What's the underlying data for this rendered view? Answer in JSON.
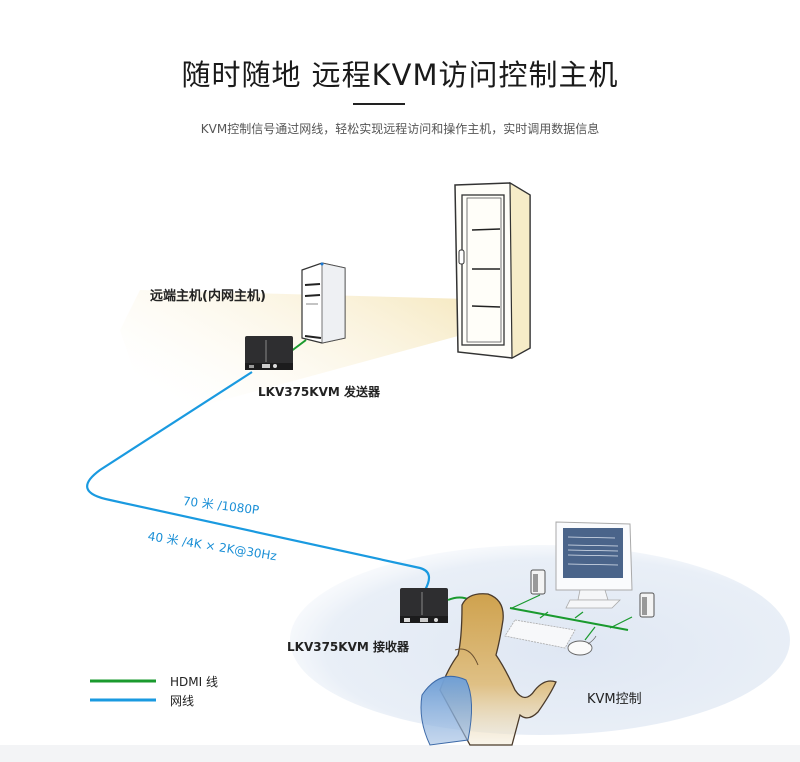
{
  "header": {
    "title": "随时随地 远程KVM访问控制主机",
    "subtitle": "KVM控制信号通过网线，轻松实现远程访问和操作主机，实时调用数据信息"
  },
  "diagram": {
    "remote_host_label": "远端主机(内网主机)",
    "transmitter_label": "LKV375KVM 发送器",
    "receiver_label": "LKV375KVM 接收器",
    "spec_1080p": "70 米 /1080P",
    "spec_4k": "40 米 /4K × 2K@30Hz",
    "kvm_control_label": "KVM控制",
    "nodes": [
      "server-rack",
      "remote-host-pc",
      "transmitter",
      "receiver",
      "monitor",
      "speakers",
      "keyboard",
      "mouse",
      "user"
    ]
  },
  "legend": {
    "items": [
      {
        "label": "HDMI 线",
        "color": "#1a9a2e"
      },
      {
        "label": "网线",
        "color": "#1a9ae0"
      }
    ]
  },
  "colors": {
    "hdmi": "#1a9a2e",
    "network": "#1a9ae0",
    "spec_text": "#1a8fd6",
    "beam": "#f5e7b8",
    "floor_ellipse": "#e6edf6",
    "device_dark": "#2e2e30",
    "screen": "#4a648a",
    "person": "#d8b06a",
    "chair": "#5f8ec8"
  }
}
